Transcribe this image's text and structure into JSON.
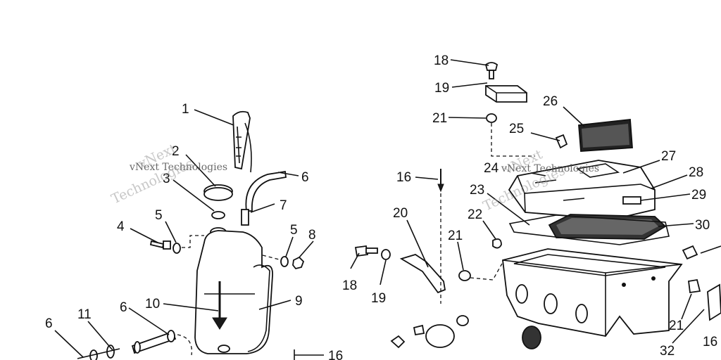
{
  "callouts": [
    {
      "id": "c1",
      "text": "1"
    },
    {
      "id": "c2",
      "text": "2"
    },
    {
      "id": "c3",
      "text": "3"
    },
    {
      "id": "c4",
      "text": "4"
    },
    {
      "id": "c5a",
      "text": "5"
    },
    {
      "id": "c5b",
      "text": "5"
    },
    {
      "id": "c6a",
      "text": "6"
    },
    {
      "id": "c6b",
      "text": "6"
    },
    {
      "id": "c6c",
      "text": "6"
    },
    {
      "id": "c7",
      "text": "7"
    },
    {
      "id": "c8",
      "text": "8"
    },
    {
      "id": "c9",
      "text": "9"
    },
    {
      "id": "c10",
      "text": "10"
    },
    {
      "id": "c11",
      "text": "11"
    },
    {
      "id": "c16a",
      "text": "16"
    },
    {
      "id": "c16b",
      "text": "16"
    },
    {
      "id": "c16c",
      "text": "16"
    },
    {
      "id": "c18a",
      "text": "18"
    },
    {
      "id": "c18b",
      "text": "18"
    },
    {
      "id": "c19a",
      "text": "19"
    },
    {
      "id": "c19b",
      "text": "19"
    },
    {
      "id": "c20",
      "text": "20"
    },
    {
      "id": "c21a",
      "text": "21"
    },
    {
      "id": "c21b",
      "text": "21"
    },
    {
      "id": "c21c",
      "text": "21"
    },
    {
      "id": "c22",
      "text": "22"
    },
    {
      "id": "c23",
      "text": "23"
    },
    {
      "id": "c24",
      "text": "24"
    },
    {
      "id": "c25",
      "text": "25"
    },
    {
      "id": "c26",
      "text": "26"
    },
    {
      "id": "c27",
      "text": "27"
    },
    {
      "id": "c28",
      "text": "28"
    },
    {
      "id": "c29",
      "text": "29"
    },
    {
      "id": "c30",
      "text": "30"
    },
    {
      "id": "c32",
      "text": "32"
    }
  ],
  "watermarks": [
    {
      "id": "w1",
      "text": "vNext"
    },
    {
      "id": "w2",
      "text": "vNext Technologies"
    },
    {
      "id": "w3",
      "text": "Technologies"
    },
    {
      "id": "w4",
      "text": "vNext"
    },
    {
      "id": "w5",
      "text": "vNext Technologies"
    },
    {
      "id": "w6",
      "text": "Technologies"
    }
  ]
}
